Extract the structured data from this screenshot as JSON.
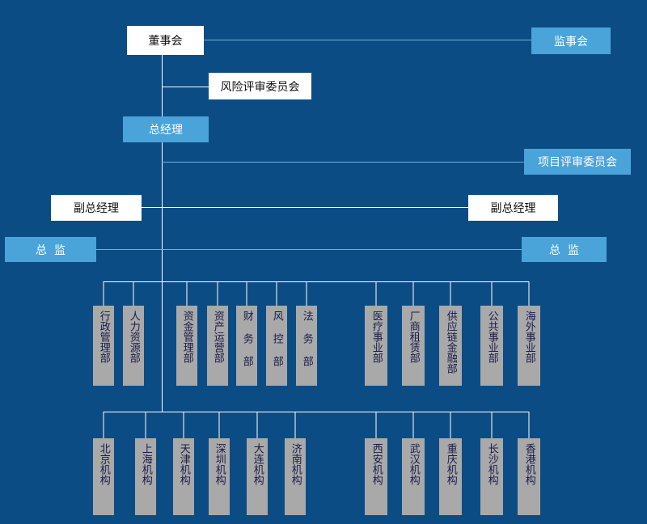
{
  "top": {
    "board": "董事会",
    "supervisors": "监事会",
    "risk_committee": "风险评审委员会",
    "general_manager": "总经理",
    "project_committee": "项目评审委员会",
    "deputy_gm_left": "副总经理",
    "deputy_gm_right": "副总经理",
    "director_left": "总  监",
    "director_right": "总  监"
  },
  "departments": [
    "行政管理部",
    "人力资源部",
    "资金管理部",
    "资产运营部",
    "财 务 部",
    "风 控 部",
    "法 务 部",
    "医疗事业部",
    "厂商租赁部",
    "供应链金融部",
    "公共事业部",
    "海外事业部"
  ],
  "branches": [
    "北京机构",
    "上海机构",
    "天津机构",
    "深圳机构",
    "大连机构",
    "济南机构",
    "西安机构",
    "武汉机构",
    "重庆机构",
    "长沙机构",
    "香港机构"
  ],
  "colors": {
    "background": "#0c4c84",
    "white_box": "#ffffff",
    "blue_box": "#4aa3d9",
    "leaf_box": "#a9a9a9",
    "connector": "#ffffff"
  }
}
